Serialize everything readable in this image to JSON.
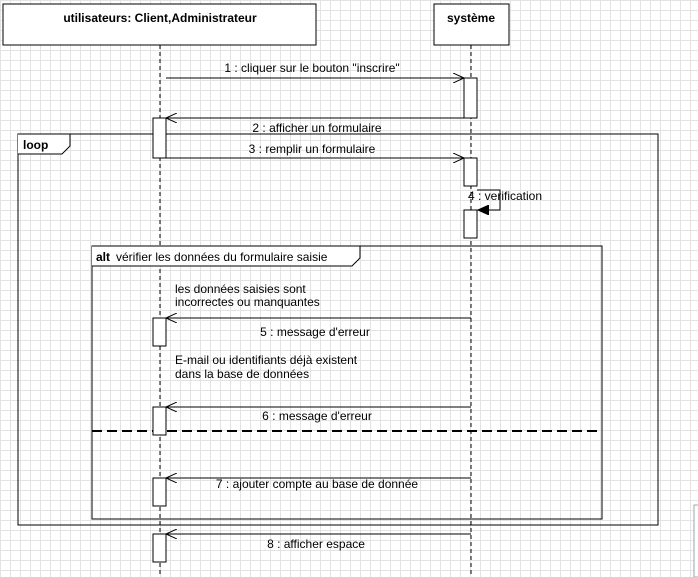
{
  "lifelines": [
    {
      "id": "users",
      "label": "utilisateurs: Client,Administrateur"
    },
    {
      "id": "system",
      "label": "système"
    }
  ],
  "fragments": {
    "loop": {
      "operator": "loop",
      "guard": ""
    },
    "alt": {
      "operator": "alt",
      "guard": "vérifier les données du formulaire saisie"
    }
  },
  "messages": [
    {
      "label": "1 : cliquer sur le bouton \"inscrire\""
    },
    {
      "label": "2 : afficher un formulaire"
    },
    {
      "label": "3 : remplir un formulaire"
    },
    {
      "label": "4 : verification"
    },
    {
      "label": "5 : message d'erreur"
    },
    {
      "label": "6 : message d'erreur"
    },
    {
      "label": "7 : ajouter compte au base de donnée"
    },
    {
      "label": "8 : afficher espace"
    }
  ],
  "conditions": [
    {
      "line1": "les données saisies sont",
      "line2": "incorrectes ou manquantes"
    },
    {
      "line1": "E-mail ou identifiants déjà existent",
      "line2": "dans la base de données"
    }
  ],
  "colors": {
    "line": "#000000",
    "text": "#000000",
    "grid": "#e3e3e3"
  }
}
